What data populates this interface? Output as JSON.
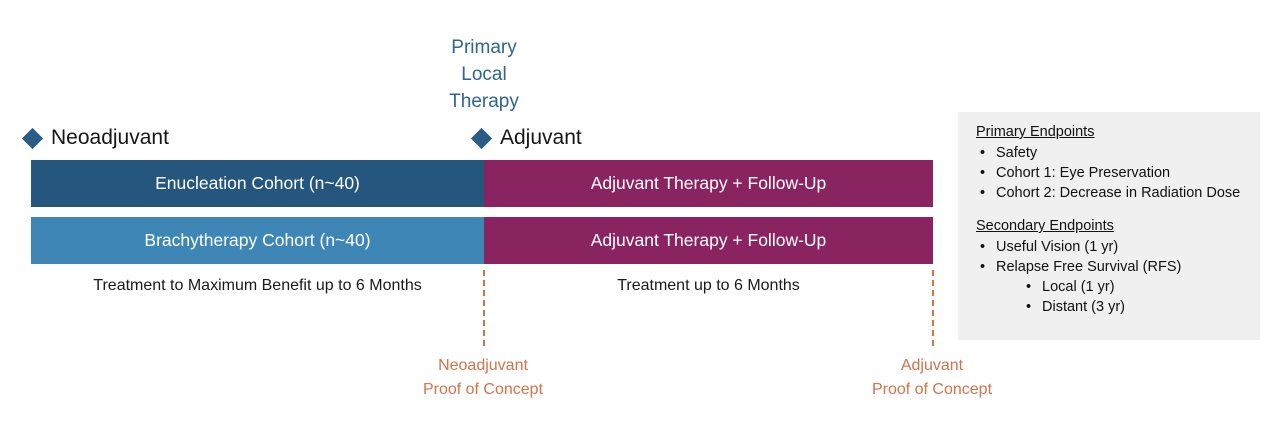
{
  "diagram": {
    "primary_local_therapy": {
      "line1": "Primary",
      "line2": "Local",
      "line3": "Therapy",
      "color": "#2E6591"
    },
    "phase_markers": [
      {
        "label": "Neoadjuvant",
        "marker_icon": "diamond-icon",
        "color": "#2B5C86"
      },
      {
        "label": "Adjuvant",
        "marker_icon": "diamond-icon",
        "color": "#2B5C86"
      }
    ],
    "bars": [
      {
        "label": "Enucleation Cohort (n~40)",
        "color": "#25577E"
      },
      {
        "label": "Adjuvant Therapy + Follow-Up",
        "color": "#8A2461"
      },
      {
        "label": "Brachytherapy Cohort (n~40)",
        "color": "#3E86B5"
      },
      {
        "label": "Adjuvant Therapy + Follow-Up",
        "color": "#8A2461"
      }
    ],
    "duration_captions": [
      {
        "text": "Treatment to Maximum Benefit up to 6 Months"
      },
      {
        "text": "Treatment up to 6 Months"
      }
    ],
    "proof_of_concept": [
      {
        "line1": "Neoadjuvant",
        "line2": "Proof of Concept",
        "color": "#D2744A"
      },
      {
        "line1": "Adjuvant",
        "line2": "Proof of Concept",
        "color": "#D2744A"
      }
    ]
  },
  "endpoints_panel": {
    "background": "#F0F0F0",
    "primary": {
      "heading": "Primary Endpoints",
      "items": [
        "Safety",
        "Cohort 1: Eye Preservation",
        "Cohort 2: Decrease in Radiation Dose"
      ]
    },
    "secondary": {
      "heading": "Secondary Endpoints",
      "items": [
        "Useful Vision (1 yr)",
        "Relapse Free Survival (RFS)"
      ],
      "sub_items": [
        "Local (1 yr)",
        "Distant (3 yr)"
      ]
    }
  }
}
